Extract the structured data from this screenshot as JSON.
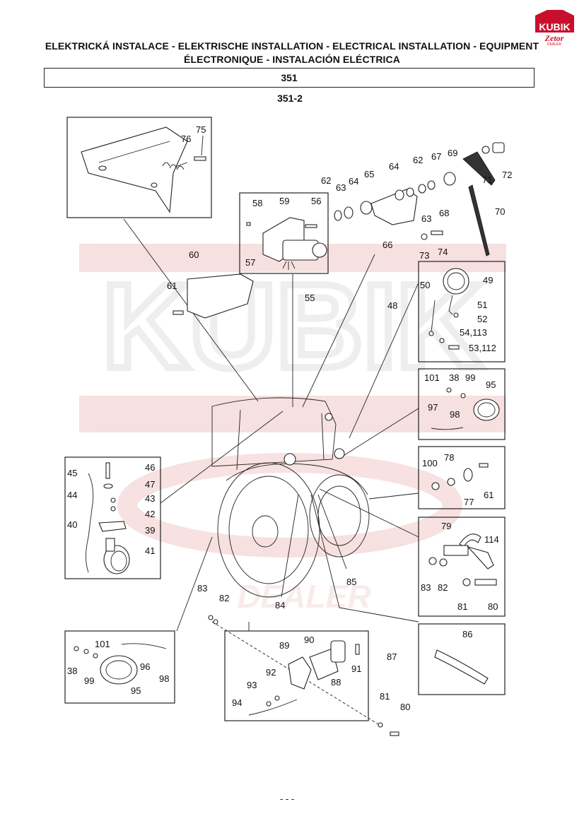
{
  "header": {
    "title_line1": "ELEKTRICKÁ INSTALACE - ELEKTRISCHE INSTALLATION - ELECTRICAL INSTALLATION - EQUIPMENT",
    "title_line2": "ÉLECTRONIQUE - INSTALACIÓN ELÉCTRICA",
    "section_number": "351",
    "subsection_number": "351-2"
  },
  "logo": {
    "brand": "KUBIK",
    "sub": "Zetor",
    "tag": "DEALER",
    "brand_color": "#c8102e"
  },
  "watermark": {
    "text": "KUBIK",
    "sub": "DEALER",
    "color": "#f3d4d4"
  },
  "labels": {
    "p75": "75",
    "p76": "76",
    "p72": "72",
    "p71": "71",
    "p70": "70",
    "p69": "69",
    "p67": "67",
    "p62a": "62",
    "p62b": "62",
    "p64a": "64",
    "p64b": "64",
    "p65": "65",
    "p63a": "63",
    "p63b": "63",
    "p68": "68",
    "p66": "66",
    "p73": "73",
    "p74": "74",
    "p58": "58",
    "p59": "59",
    "p56": "56",
    "p57": "57",
    "p55": "55",
    "p60": "60",
    "p61a": "61",
    "p49": "49",
    "p50": "50",
    "p48": "48",
    "p51": "51",
    "p52": "52",
    "p54": "54,113",
    "p53": "53,112",
    "p101a": "101",
    "p38a": "38",
    "p99a": "99",
    "p95a": "95",
    "p97": "97",
    "p98a": "98",
    "p100": "100",
    "p78": "78",
    "p77": "77",
    "p61b": "61",
    "p79": "79",
    "p114": "114",
    "p83a": "83",
    "p82a": "82",
    "p81a": "81",
    "p80a": "80",
    "p85": "85",
    "p84": "84",
    "p83b": "83",
    "p82b": "82",
    "p45": "45",
    "p46": "46",
    "p47": "47",
    "p44": "44",
    "p43": "43",
    "p42": "42",
    "p40": "40",
    "p39": "39",
    "p41": "41",
    "p86": "86",
    "p101b": "101",
    "p38b": "38",
    "p99b": "99",
    "p96": "96",
    "p98b": "98",
    "p95b": "95",
    "p89": "89",
    "p90": "90",
    "p87": "87",
    "p91": "91",
    "p88": "88",
    "p92": "92",
    "p93": "93",
    "p94": "94",
    "p81b": "81",
    "p80b": "80"
  },
  "footer": {
    "page_mark": "- - -"
  }
}
